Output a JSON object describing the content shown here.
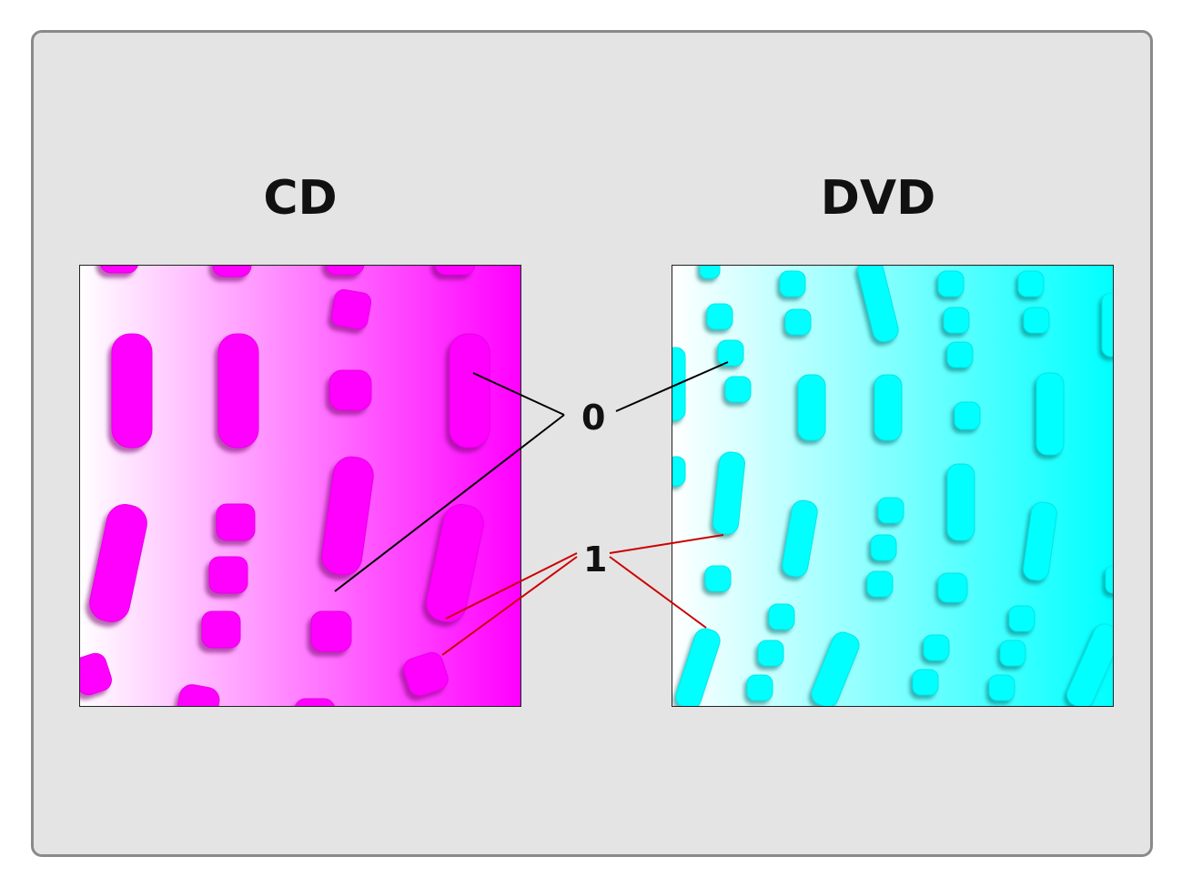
{
  "titles": {
    "cd": "CD",
    "dvd": "DVD"
  },
  "labels": {
    "zero": "0",
    "one": "1"
  },
  "colors": {
    "background": "#e4e4e4",
    "frame_border": "#8a8a8a",
    "cd_pit": "#ff00ff",
    "dvd_pit": "#00ffff",
    "zero_leader": "#000000",
    "one_leader": "#cc0000"
  }
}
